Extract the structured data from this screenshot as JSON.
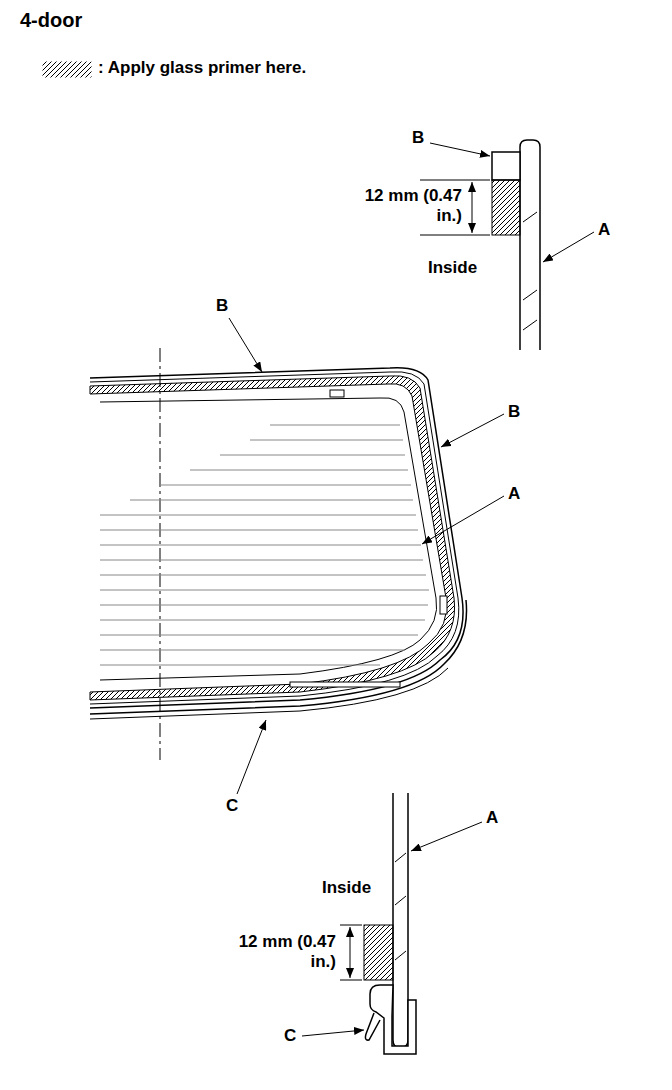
{
  "diagram": {
    "title": "4-door",
    "labels": [
      "B",
      "12 mm (0.47 in.)",
      "A",
      "Inside",
      "B",
      "B",
      "A",
      "C",
      "A",
      "Inside",
      "12 mm (0.47 in.)",
      "C"
    ],
    "legend": [
      {
        "text": ": Apply glass primer here."
      }
    ]
  }
}
